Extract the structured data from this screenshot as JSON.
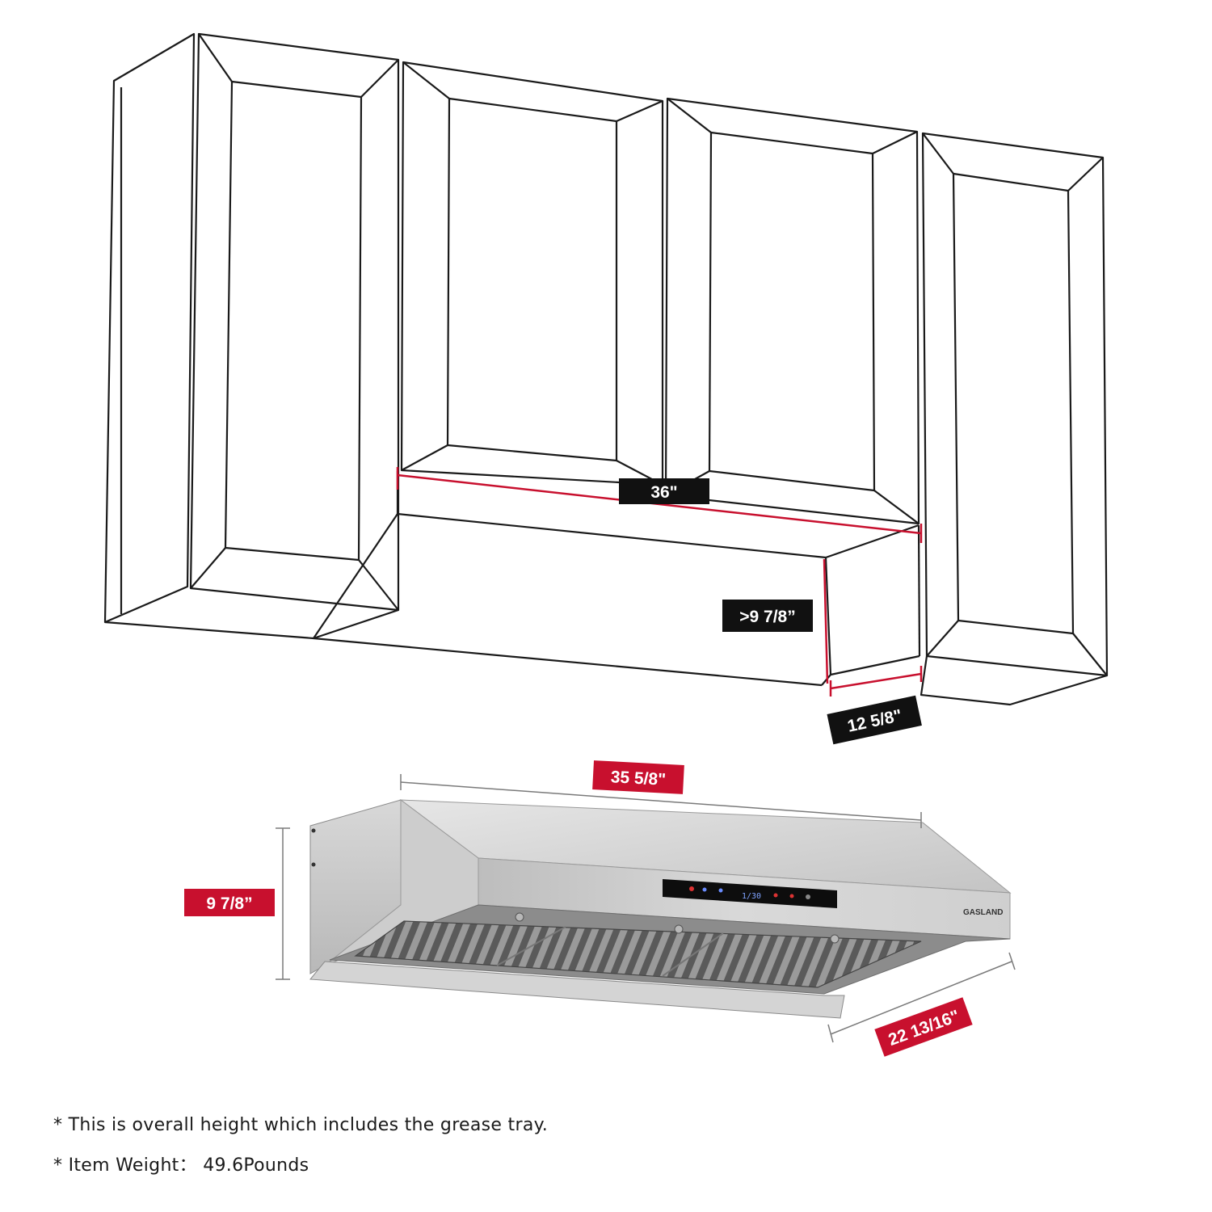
{
  "colors": {
    "accent_red": "#c8102e",
    "label_black": "#111111",
    "line": "#1a1a1a",
    "steel": "#c9c9c9"
  },
  "dimensions": {
    "cabinet_width": "36\"",
    "cabinet_gap_height": ">9 7/8”",
    "cabinet_depth": "12 5/8\"",
    "hood_width": "35 5/8\"",
    "hood_height": "9 7/8”",
    "hood_depth": "22 13/16\""
  },
  "brand": "GASLAND",
  "display_readout": "1/30",
  "notes": {
    "height_note": "* This is overall height which includes the grease tray.",
    "weight_note": "* Item Weight： 49.6Pounds"
  }
}
